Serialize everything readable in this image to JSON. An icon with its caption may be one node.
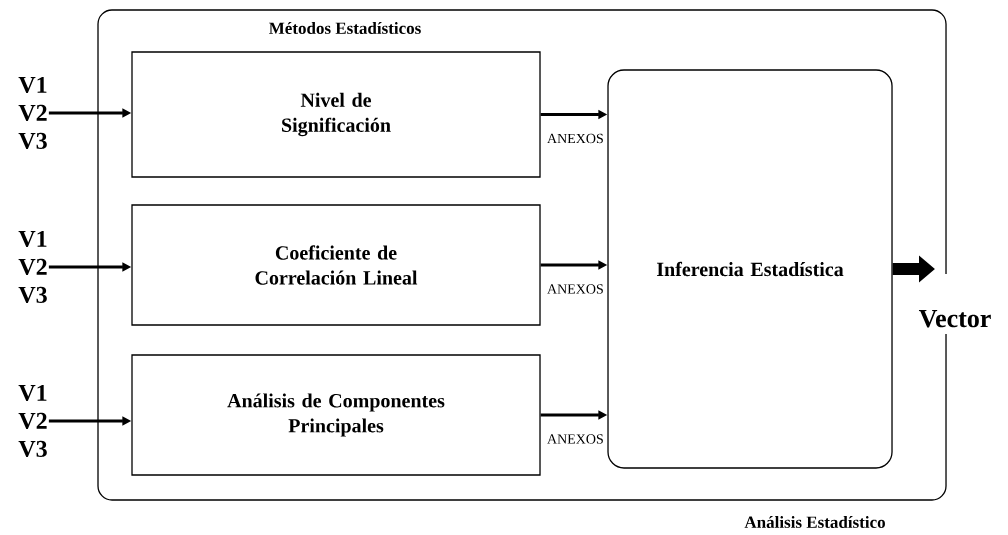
{
  "diagram": {
    "nodes": [
      {
        "text": [
          "Métodos Estadísticos"
        ],
        "beside": [
          "Análisis Estadístico"
        ]
      },
      {
        "text": [
          "Nivel de Significación"
        ],
        "in": 0
      },
      {
        "text": [
          "Coeficiente de Correlación Lineal"
        ],
        "in": 0
      },
      {
        "text": [
          "Análisis de Componentes Principales"
        ],
        "in": 0
      },
      {
        "text": [
          "Inferencia Estadística"
        ],
        "in": 0
      },
      {
        "text": [
          "V1",
          "V2",
          "V3"
        ]
      },
      {
        "text": [
          "V1",
          "V2",
          "V3"
        ]
      },
      {
        "text": [
          "V1",
          "V2",
          "V3"
        ]
      },
      {
        "text": [
          "Vector"
        ]
      }
    ],
    "edges": [
      {
        "from": 5,
        "to": 1,
        "arrow": "to"
      },
      {
        "from": 6,
        "to": 2,
        "arrow": "to"
      },
      {
        "from": 7,
        "to": 3,
        "arrow": "to"
      },
      {
        "from": 1,
        "to": 4,
        "arrow": "to",
        "label": "ANEXOS"
      },
      {
        "from": 2,
        "to": 4,
        "arrow": "to",
        "label": "ANEXOS"
      },
      {
        "from": 3,
        "to": 4,
        "arrow": "to",
        "label": "ANEXOS"
      },
      {
        "from": 4,
        "to": 8,
        "arrow": "to",
        "style": "thick"
      }
    ]
  }
}
